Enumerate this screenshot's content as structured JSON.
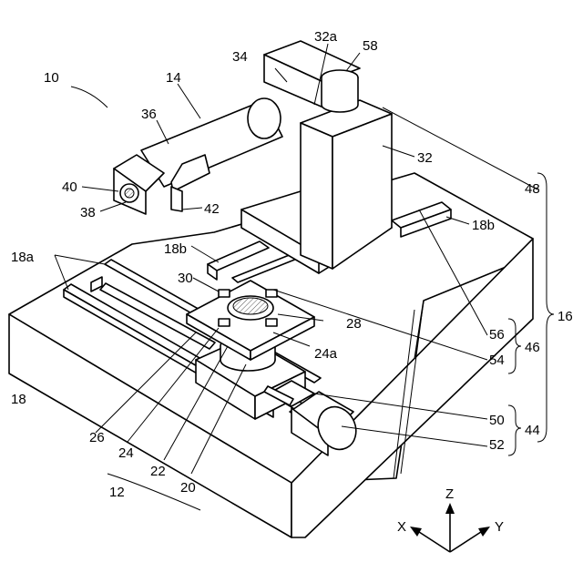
{
  "labels": {
    "l10": "10",
    "l14": "14",
    "l34": "34",
    "l32a": "32a",
    "l58": "58",
    "l36": "36",
    "l32": "32",
    "l48": "48",
    "l40": "40",
    "l38": "38",
    "l42": "42",
    "l18b_right": "18b",
    "l18a": "18a",
    "l18b_left": "18b",
    "l30": "30",
    "l28": "28",
    "l16": "16",
    "l56": "56",
    "l46": "46",
    "l24a": "24a",
    "l54": "54",
    "l18": "18",
    "l50": "50",
    "l44": "44",
    "l52": "52",
    "l26": "26",
    "l24": "24",
    "l22": "22",
    "l20": "20",
    "l12": "12"
  },
  "axes": {
    "z": "Z",
    "x": "X",
    "y": "Y"
  },
  "colors": {
    "line": "#000000",
    "fill": "#ffffff",
    "hatch": "#555555"
  }
}
